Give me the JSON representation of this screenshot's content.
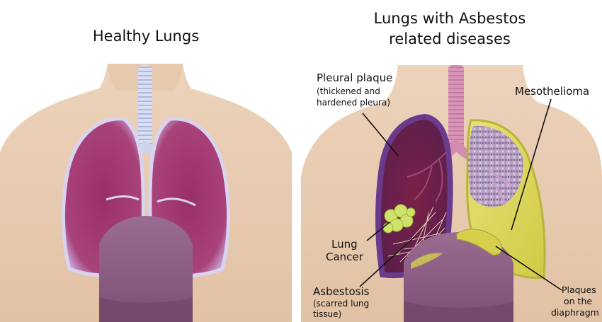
{
  "left_panel": {
    "title": "Healthy Lungs"
  },
  "right_panel": {
    "title_line1": "Lungs with Asbestos",
    "title_line2": "related diseases",
    "labels": {
      "pleural_plaque": {
        "name": "Pleural plaque",
        "detail_line1": "(thickened and",
        "detail_line2": "hardened pleura)"
      },
      "mesothelioma": {
        "name": "Mesothelioma"
      },
      "lung_cancer": {
        "line1": "Lung",
        "line2": "Cancer"
      },
      "asbestosis": {
        "name": "Asbestosis",
        "detail_line1": "(scarred lung",
        "detail_line2": "tissue)"
      },
      "diaphragm_plaques": {
        "line1": "Plaques",
        "line2": "on the",
        "line3": "diaphragm"
      }
    }
  },
  "colors": {
    "skin": "#e7c9ad",
    "lung_healthy": "#a2386f",
    "lung_outline": "#d9d3f1",
    "diaphragm": "#8a5d81",
    "trachea": "#cdd4ee",
    "trachea_diseased": "#d28cb0",
    "pleural_thickening": "#6a3a8c",
    "mesothelioma": "#dedb63",
    "tumor": "#cfe36a"
  }
}
